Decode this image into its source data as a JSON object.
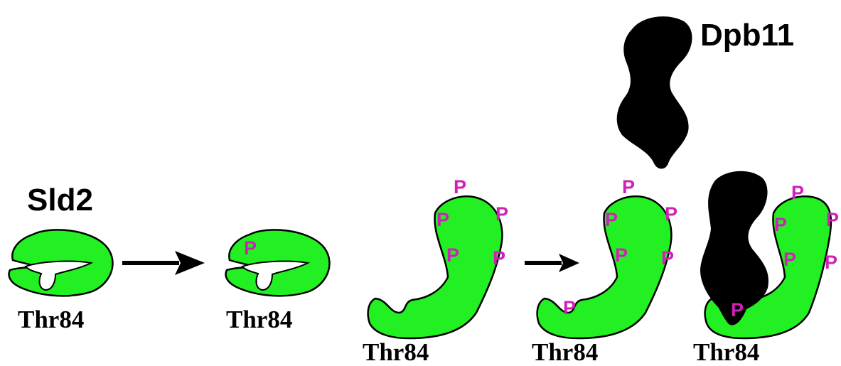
{
  "labels": {
    "sld2": "Sld2",
    "dpb11": "Dpb11",
    "residue": "Thr84",
    "phospho": "P"
  },
  "colors": {
    "protein_fill": "#22f022",
    "outline": "#000000",
    "dpb11_fill": "#000000",
    "phospho_text": "#d020b8",
    "arrow": "#000000"
  }
}
